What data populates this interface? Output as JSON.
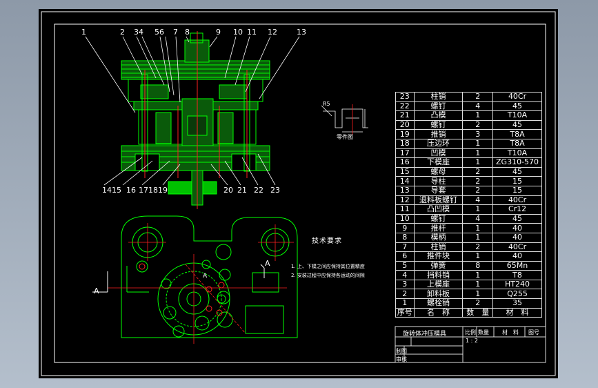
{
  "callouts_top": [
    "1",
    "2",
    "34",
    "56",
    "7",
    "8",
    "9",
    "10",
    "11",
    "12",
    "13"
  ],
  "callouts_bottom": [
    "1415",
    "16",
    "17181",
    "9",
    "20",
    "21",
    "22",
    "23"
  ],
  "section_labels": {
    "a_left": "A",
    "a_right": "A",
    "a_mid": "A"
  },
  "detail": {
    "r_label": "R5",
    "caption": "零件图"
  },
  "tech": {
    "title": "技术要求",
    "items": [
      "1. 上、下模之间应保持其位置精度",
      "2. 安装过程中应保持各运动的间隙"
    ]
  },
  "bom": {
    "rows": [
      [
        "23",
        "柱销",
        "2",
        "40Cr"
      ],
      [
        "22",
        "螺钉",
        "4",
        "45"
      ],
      [
        "21",
        "凸模",
        "1",
        "T10A"
      ],
      [
        "20",
        "螺钉",
        "2",
        "45"
      ],
      [
        "19",
        "推销",
        "3",
        "T8A"
      ],
      [
        "18",
        "压边环",
        "1",
        "T8A"
      ],
      [
        "17",
        "凹模",
        "1",
        "T10A"
      ],
      [
        "16",
        "下模座",
        "1",
        "ZG310-570"
      ],
      [
        "15",
        "螺母",
        "2",
        "45"
      ],
      [
        "14",
        "导柱",
        "2",
        "15"
      ],
      [
        "13",
        "导套",
        "2",
        "15"
      ],
      [
        "12",
        "退料板螺钉",
        "4",
        "40Cr"
      ],
      [
        "11",
        "凸凹模",
        "1",
        "Cr12"
      ],
      [
        "10",
        "螺钉",
        "4",
        "45"
      ],
      [
        "9",
        "推杆",
        "1",
        "40"
      ],
      [
        "8",
        "模柄",
        "1",
        "40"
      ],
      [
        "7",
        "柱销",
        "2",
        "40Cr"
      ],
      [
        "6",
        "推件块",
        "1",
        "40"
      ],
      [
        "5",
        "弹簧",
        "8",
        "65Mn"
      ],
      [
        "4",
        "挡料销",
        "1",
        "T8"
      ],
      [
        "3",
        "上模座",
        "1",
        "HT240"
      ],
      [
        "2",
        "卸料板",
        "1",
        "Q255"
      ],
      [
        "1",
        "螺栓销",
        "2",
        "35"
      ]
    ],
    "header": [
      "序号",
      "名　称",
      "数　量",
      "材　料"
    ]
  },
  "title_block": {
    "name": "旋转体冲压模具",
    "scale_label": "比例",
    "qty_label": "数量",
    "material_label": "材　料",
    "drawing_no_label": "图号",
    "scale_value": "1 : 2",
    "drawn_label": "制图",
    "checked_label": "审核"
  },
  "colors": {
    "lines": "#00ff00",
    "centerlines": "#ff2020",
    "text": "#ffffff",
    "background": "#000000"
  }
}
